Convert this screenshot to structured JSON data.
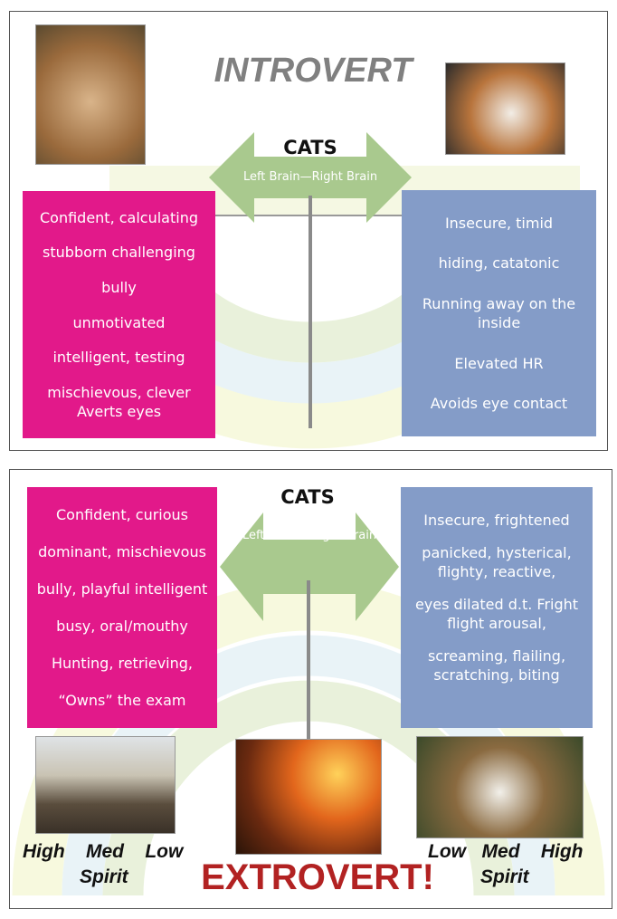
{
  "introvert": {
    "title": "INTROVERT",
    "arrow": {
      "heading": "CATS",
      "label": "Left Brain—Right Brain"
    },
    "left_traits": [
      "Confident, calculating",
      "stubborn challenging",
      "bully",
      "unmotivated",
      "intelligent, testing",
      "mischievous, clever Averts eyes"
    ],
    "right_traits": [
      "Insecure, timid",
      "hiding, catatonic",
      "Running away on the inside",
      "Elevated HR",
      "Avoids eye contact"
    ]
  },
  "extrovert": {
    "title": "EXTROVERT!",
    "arrow": {
      "heading": "CATS",
      "label": "Left Brain—Right Brain"
    },
    "left_traits": [
      "Confident, curious",
      "dominant, mischievous",
      "bully, playful intelligent",
      "busy, oral/mouthy",
      "Hunting, retrieving,",
      "“Owns” the exam"
    ],
    "right_traits": [
      "Insecure, frightened",
      "panicked, hysterical, flighty, reactive,",
      "eyes dilated d.t. Fright flight arousal,",
      "screaming, flailing, scratching, biting"
    ],
    "left_scale": {
      "levels": [
        "High",
        "Med",
        "Low"
      ],
      "label": "Spirit"
    },
    "right_scale": {
      "levels": [
        "Low",
        "Med",
        "High"
      ],
      "label": "Spirit"
    }
  },
  "colors": {
    "pink": "#e2198a",
    "blue": "#849cc8",
    "arrow": "#a9c98e",
    "extrovert_red": "#b22222",
    "introvert_gray": "#808080"
  }
}
